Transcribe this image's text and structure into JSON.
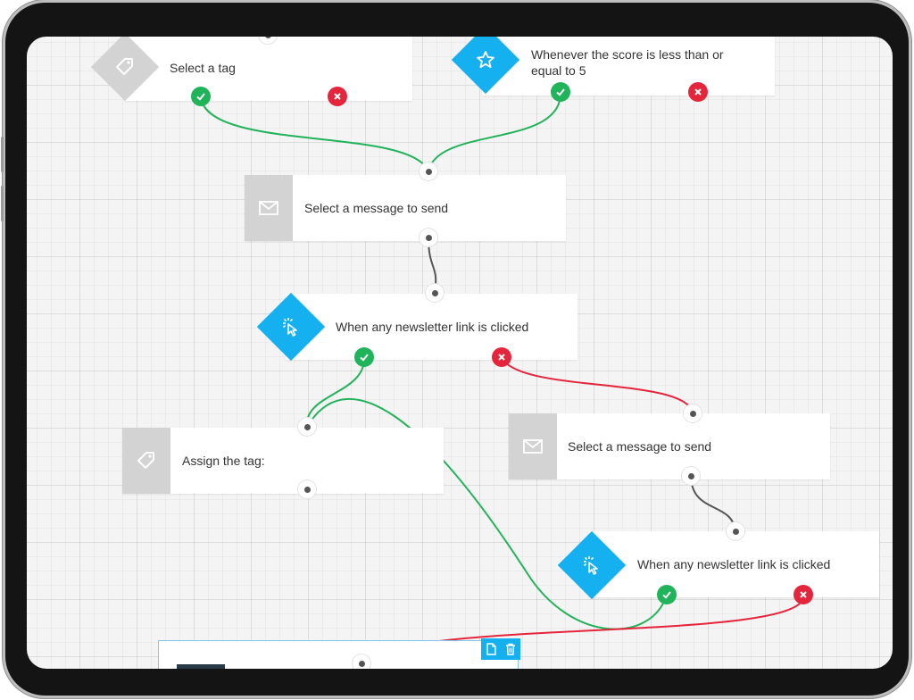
{
  "canvas": {
    "nodes": {
      "tag_trigger": {
        "label": "Select a tag",
        "icon": "tag-icon"
      },
      "score_trigger": {
        "label": "Whenever the score is less than or equal to 5",
        "icon": "star-icon"
      },
      "send_message_1": {
        "label": "Select a message to send",
        "icon": "envelope-icon"
      },
      "link_click_1": {
        "label": "When any newsletter link is clicked",
        "icon": "pointer-click-icon"
      },
      "assign_tag": {
        "label": "Assign the tag:",
        "icon": "tag-icon"
      },
      "send_message_2": {
        "label": "Select a message to send",
        "icon": "envelope-icon"
      },
      "link_click_2": {
        "label": "When any newsletter link is clicked",
        "icon": "pointer-click-icon"
      }
    },
    "selected_node_toolbar": {
      "icons": [
        "copy-icon",
        "trash-icon"
      ]
    }
  },
  "colors": {
    "accent_blue": "#14b0f0",
    "yes_green": "#1fb45a",
    "no_red": "#e5253c",
    "wire_grey": "#555555",
    "icon_grey": "#d3d3d3"
  }
}
